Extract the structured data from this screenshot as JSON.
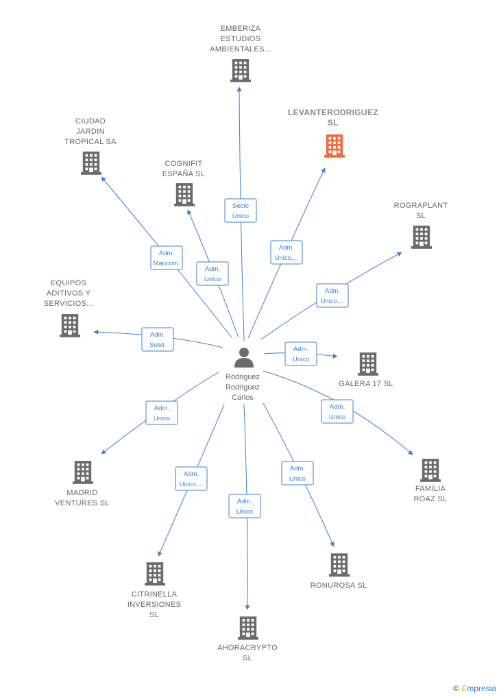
{
  "center": {
    "lines": [
      "Rodriguez",
      "Rodriguez",
      "Carlos"
    ],
    "icon": "person-icon"
  },
  "nodes": [
    {
      "id": "emberiza",
      "lines": [
        "EMBERIZA",
        "ESTUDIOS",
        "AMBIENTALES..."
      ],
      "highlight": false,
      "edge": [
        "Socio",
        "Único"
      ]
    },
    {
      "id": "levanterodriguez",
      "lines": [
        "LEVANTERODRIGUEZ",
        "SL"
      ],
      "highlight": true,
      "edge": [
        "Adm.",
        "Unico,..."
      ]
    },
    {
      "id": "ciudad-jardin",
      "lines": [
        "CIUDAD",
        "JARDIN",
        "TROPICAL SA"
      ],
      "highlight": false,
      "edge": [
        "Adm.",
        "Mancom."
      ]
    },
    {
      "id": "cognifit",
      "lines": [
        "COGNIFIT",
        "ESPAÑA SL"
      ],
      "highlight": false,
      "edge": [
        "Adm.",
        "Unico"
      ]
    },
    {
      "id": "rograplant",
      "lines": [
        "ROGRAPLANT",
        "SL"
      ],
      "highlight": false,
      "edge": [
        "Adm.",
        "Unico,..."
      ]
    },
    {
      "id": "equipos",
      "lines": [
        "EQUIPOS",
        "ADITIVOS Y",
        "SERVICIOS..."
      ],
      "highlight": false,
      "edge": [
        "Adm.",
        "Solid."
      ]
    },
    {
      "id": "galera",
      "lines": [
        "GALERA 17  SL"
      ],
      "highlight": false,
      "edge": [
        "Adm.",
        "Unico"
      ]
    },
    {
      "id": "familia-roaz",
      "lines": [
        "FAMILIA",
        "ROAZ  SL"
      ],
      "highlight": false,
      "edge": [
        "Adm.",
        "Unico"
      ]
    },
    {
      "id": "madrid-ventures",
      "lines": [
        "MADRID",
        "VENTURES  SL"
      ],
      "highlight": false,
      "edge": [
        "Adm.",
        "Unico"
      ]
    },
    {
      "id": "citrinella",
      "lines": [
        "CITRINELLA",
        "INVERSIONES",
        "SL"
      ],
      "highlight": false,
      "edge": [
        "Adm.",
        "Unico,..."
      ]
    },
    {
      "id": "ahoracrypto",
      "lines": [
        "AHORACRYPTO",
        "SL"
      ],
      "highlight": false,
      "edge": [
        "Adm.",
        "Unico"
      ]
    },
    {
      "id": "ronurosa",
      "lines": [
        "RONUROSA SL"
      ],
      "highlight": false,
      "edge": [
        "Adm.",
        "Unico"
      ]
    }
  ],
  "colors": {
    "edge": "#3a7fd5",
    "building": "#6b6b6b",
    "highlight_building": "#f26a3d",
    "label": "#666666"
  },
  "brand": {
    "copyright": "©",
    "initial": "E",
    "rest": "mpresia"
  }
}
